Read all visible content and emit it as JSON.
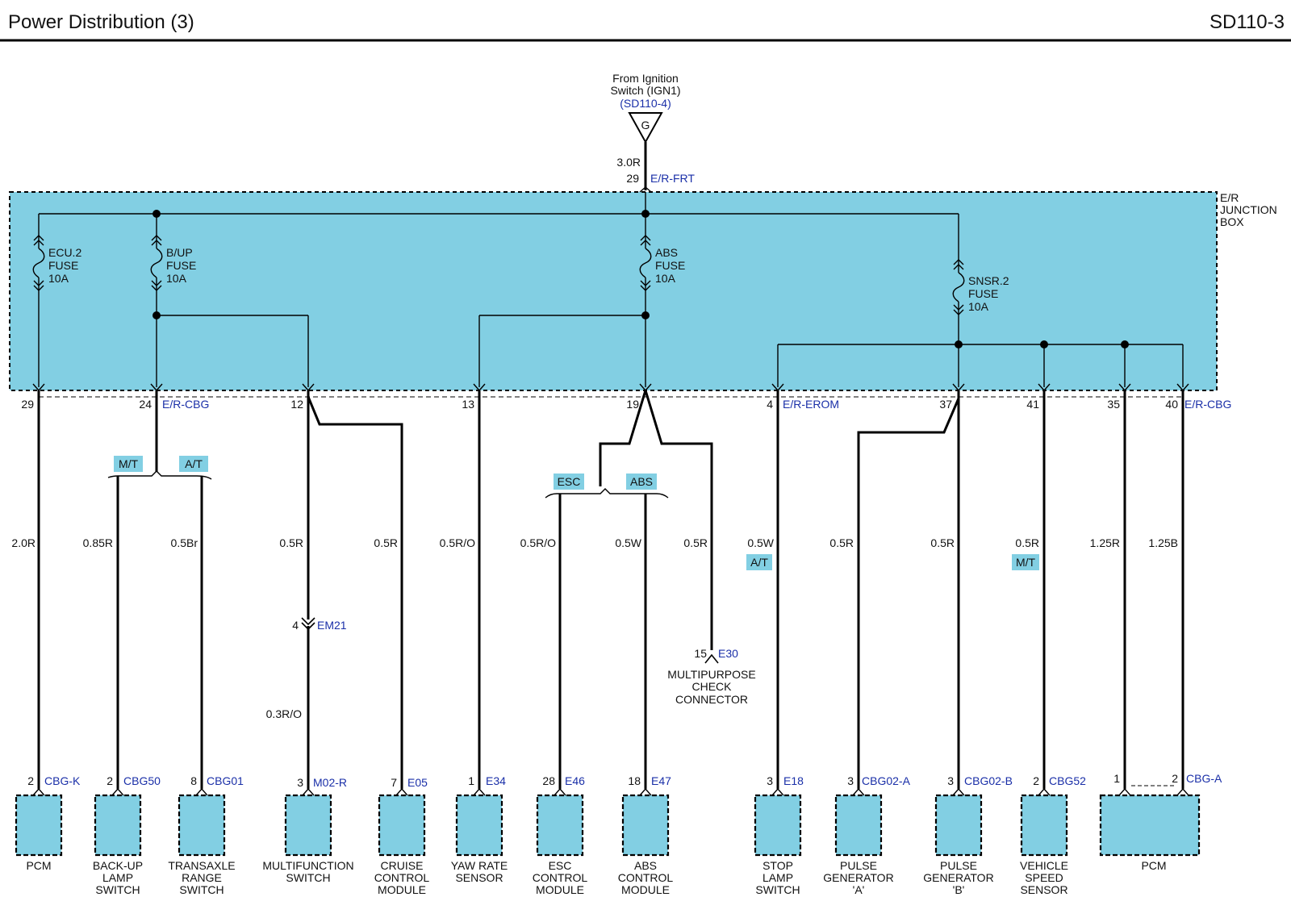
{
  "header": {
    "title": "Power Distribution (3)",
    "code": "SD110-3"
  },
  "source": {
    "line1": "From Ignition",
    "line2": "Switch (IGN1)",
    "ref": "(SD110-4)",
    "symbol": "G",
    "wire": "3.0R",
    "pin": "29",
    "connector": "E/R-FRT"
  },
  "junction_box": {
    "line1": "E/R",
    "line2": "JUNCTION",
    "line3": "BOX"
  },
  "fuses": [
    {
      "name": "ECU.2",
      "word": "FUSE",
      "amp": "10A"
    },
    {
      "name": "B/UP",
      "word": "FUSE",
      "amp": "10A"
    },
    {
      "name": "ABS",
      "word": "FUSE",
      "amp": "10A"
    },
    {
      "name": "SNSR.2",
      "word": "FUSE",
      "amp": "10A"
    }
  ],
  "box_pins": [
    "29",
    "24",
    "12",
    "13",
    "19",
    "4",
    "37",
    "41",
    "35",
    "40"
  ],
  "box_connectors": [
    "E/R-CBG",
    "E/R-EROM",
    "E/R-CBG"
  ],
  "options": {
    "mt": "M/T",
    "at": "A/T",
    "esc": "ESC",
    "abs": "ABS"
  },
  "wires": [
    "2.0R",
    "0.85R",
    "0.5Br",
    "0.5R",
    "0.5R",
    "0.5R/O",
    "0.5R/O",
    "0.5W",
    "0.5R",
    "0.5W",
    "0.5R",
    "0.5R",
    "0.5R",
    "1.25R",
    "1.25B"
  ],
  "inline_connector": {
    "pin": "4",
    "name": "EM21",
    "wire_after": "0.3R/O"
  },
  "check_connector": {
    "pin": "15",
    "name": "E30",
    "line1": "MULTIPURPOSE",
    "line2": "CHECK",
    "line3": "CONNECTOR"
  },
  "components": [
    {
      "pin": "2",
      "conn": "CBG-K",
      "l1": "PCM",
      "l2": "",
      "l3": ""
    },
    {
      "pin": "2",
      "conn": "CBG50",
      "l1": "BACK-UP",
      "l2": "LAMP",
      "l3": "SWITCH"
    },
    {
      "pin": "8",
      "conn": "CBG01",
      "l1": "TRANSAXLE",
      "l2": "RANGE",
      "l3": "SWITCH"
    },
    {
      "pin": "3",
      "conn": "M02-R",
      "l1": "MULTIFUNCTION",
      "l2": "SWITCH",
      "l3": ""
    },
    {
      "pin": "7",
      "conn": "E05",
      "l1": "CRUISE",
      "l2": "CONTROL",
      "l3": "MODULE"
    },
    {
      "pin": "1",
      "conn": "E34",
      "l1": "YAW RATE",
      "l2": "SENSOR",
      "l3": ""
    },
    {
      "pin": "28",
      "conn": "E46",
      "l1": "ESC",
      "l2": "CONTROL",
      "l3": "MODULE"
    },
    {
      "pin": "18",
      "conn": "E47",
      "l1": "ABS",
      "l2": "CONTROL",
      "l3": "MODULE"
    },
    {
      "pin": "3",
      "conn": "E18",
      "l1": "STOP",
      "l2": "LAMP",
      "l3": "SWITCH"
    },
    {
      "pin": "3",
      "conn": "CBG02-A",
      "l1": "PULSE",
      "l2": "GENERATOR",
      "l3": "'A'"
    },
    {
      "pin": "3",
      "conn": "CBG02-B",
      "l1": "PULSE",
      "l2": "GENERATOR",
      "l3": "'B'"
    },
    {
      "pin": "2",
      "conn": "CBG52",
      "l1": "VEHICLE",
      "l2": "SPEED",
      "l3": "SENSOR"
    },
    {
      "pin": "1",
      "conn": "",
      "l1": "",
      "l2": "",
      "l3": ""
    },
    {
      "pin": "2",
      "conn": "CBG-A",
      "l1": "PCM",
      "l2": "",
      "l3": ""
    }
  ],
  "colors": {
    "fill": "#82cfe3",
    "blue_text": "#1a2fa8"
  }
}
